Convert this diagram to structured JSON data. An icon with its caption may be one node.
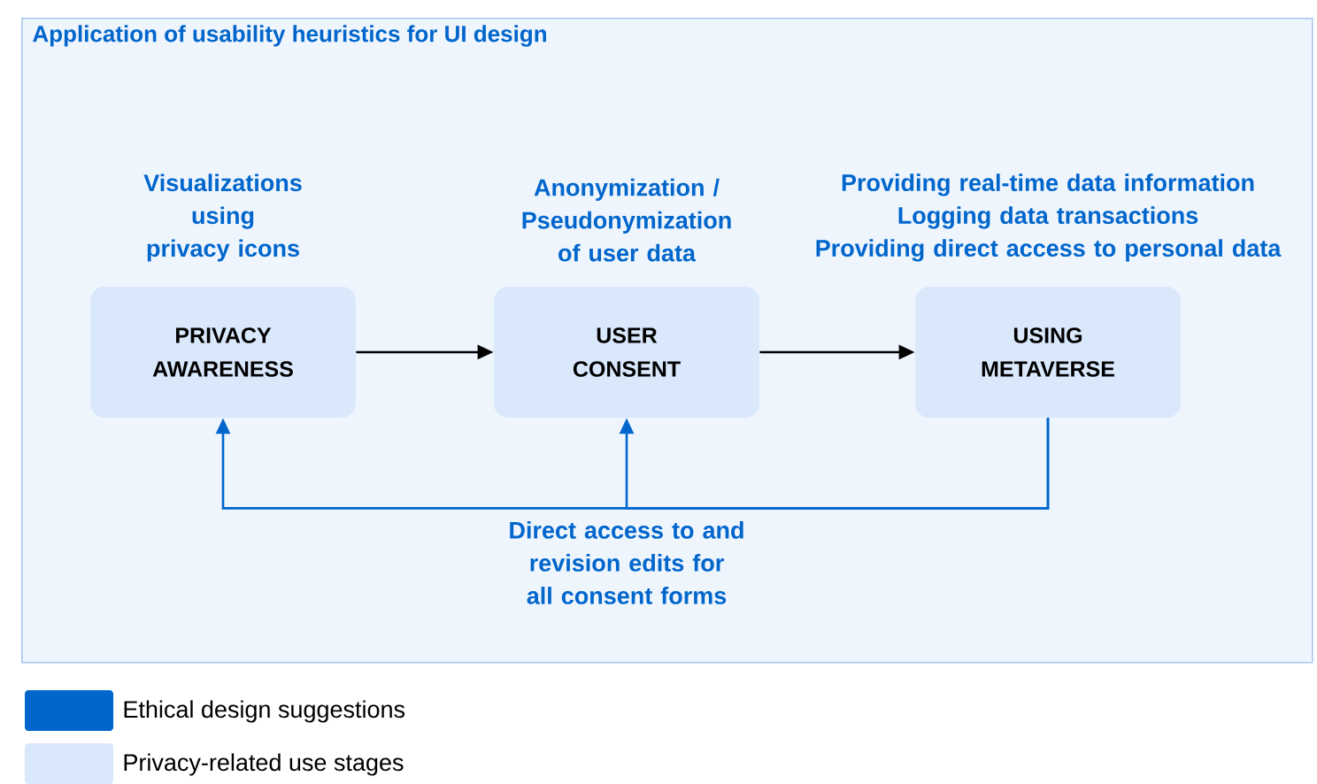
{
  "diagram": {
    "nodes": [
      {
        "text": [
          "Application of usability heuristics for UI design"
        ]
      },
      {
        "text": [
          "PRIVACY AWARENESS"
        ],
        "in": 0,
        "beside": [
          "Visualizations using privacy icons"
        ]
      },
      {
        "text": [
          "USER CONSENT"
        ],
        "in": 0,
        "beside": [
          "Anonymization / Pseudonymization of user data"
        ]
      },
      {
        "text": [
          "USING METAVERSE"
        ],
        "in": 0,
        "beside": [
          "Providing real-time data information",
          "Logging data transactions",
          "Providing direct access to personal data"
        ]
      }
    ],
    "edges": [
      {
        "from": 1,
        "to": 2,
        "arrow": "to"
      },
      {
        "from": 2,
        "to": 3,
        "arrow": "to"
      },
      {
        "from": 3,
        "to": 1,
        "arrow": "to",
        "color": "#0066cc",
        "label": "Direct access to and revision edits for all consent forms"
      },
      {
        "from": 3,
        "to": 2,
        "arrow": "to",
        "color": "#0066cc"
      }
    ],
    "legend": [
      {
        "text": "Ethical design suggestions",
        "color": "#0066cc"
      },
      {
        "text": "Privacy-related use stages",
        "color": "#dae8fc"
      }
    ]
  }
}
